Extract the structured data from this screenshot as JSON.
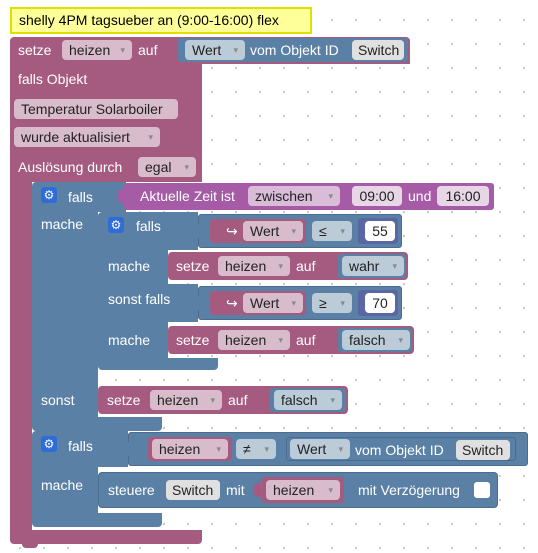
{
  "comment": "shelly 4PM tagsueber an (9:00-16:00) flex",
  "setze_top": {
    "setze": "setze",
    "variable": "heizen",
    "auf": "auf",
    "value": "Wert",
    "vom_objekt": "vom Objekt ID",
    "object": "Switch"
  },
  "trigger": {
    "falls_objekt": "falls Objekt",
    "object_name": "Temperatur Solarboiler",
    "event": "wurde aktualisiert",
    "ausloesung": "Auslösung durch",
    "ausloesung_value": "egal"
  },
  "outer_if": {
    "falls": "falls",
    "time_label": "Aktuelle Zeit ist",
    "time_op": "zwischen",
    "time_from": "09:00",
    "und": "und",
    "time_to": "16:00",
    "mache": "mache",
    "sonst": "sonst"
  },
  "inner_if": {
    "falls": "falls",
    "cond1_value": "Wert",
    "cond1_op": "≤",
    "cond1_num": "55",
    "mache1": "mache",
    "set1": {
      "setze": "setze",
      "variable": "heizen",
      "auf": "auf",
      "value": "wahr"
    },
    "sonst_falls": "sonst falls",
    "cond2_value": "Wert",
    "cond2_op": "≥",
    "cond2_num": "70",
    "mache2": "mache",
    "set2": {
      "setze": "setze",
      "variable": "heizen",
      "auf": "auf",
      "value": "falsch"
    }
  },
  "sonst_set": {
    "setze": "setze",
    "variable": "heizen",
    "auf": "auf",
    "value": "falsch"
  },
  "bottom_if": {
    "falls": "falls",
    "variable": "heizen",
    "op": "≠",
    "value": "Wert",
    "vom_objekt": "vom Objekt ID",
    "object": "Switch",
    "mache": "mache",
    "steuere": "steuere",
    "steuere_object": "Switch",
    "mit": "mit",
    "mit_variable": "heizen",
    "mit_verzoegerung": "mit Verzögerung"
  },
  "icons": {
    "gear": "gear-icon",
    "arrow": "return-arrow-icon",
    "dropdown": "dropdown-arrow-icon"
  },
  "colors": {
    "variables": "#a55b80",
    "logic": "#5b80a5",
    "time": "#a55ba5",
    "comment": "#ffff99"
  }
}
